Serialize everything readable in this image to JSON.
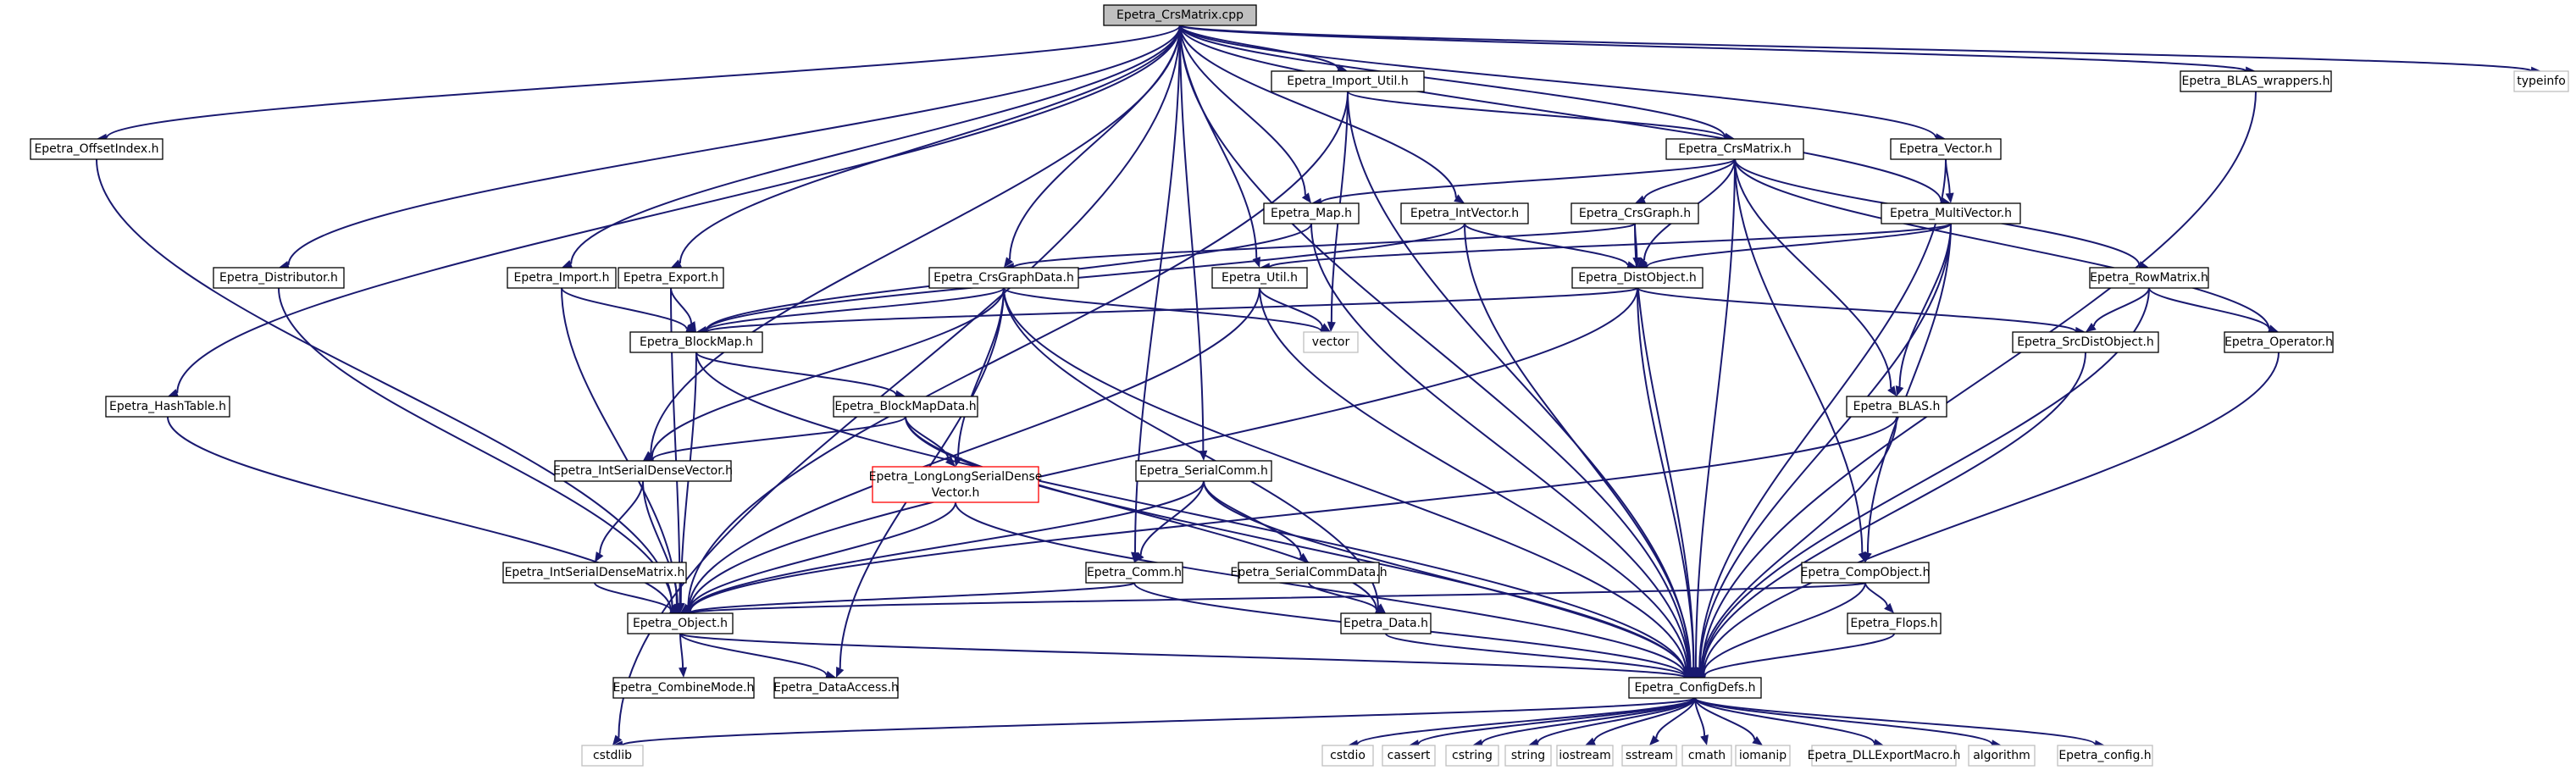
{
  "diagram": {
    "title": "Epetra_CrsMatrix.cpp",
    "nodes": [
      {
        "id": "root",
        "label": "Epetra_CrsMatrix.cpp",
        "style": "root"
      },
      {
        "id": "import_util",
        "label": "Epetra_Import_Util.h",
        "style": "normal"
      },
      {
        "id": "blas_wrappers",
        "label": "Epetra_BLAS_wrappers.h",
        "style": "normal"
      },
      {
        "id": "typeinfo",
        "label": "typeinfo",
        "style": "system"
      },
      {
        "id": "offsetindex",
        "label": "Epetra_OffsetIndex.h",
        "style": "normal"
      },
      {
        "id": "crsmatrix_h",
        "label": "Epetra_CrsMatrix.h",
        "style": "normal"
      },
      {
        "id": "vector_h",
        "label": "Epetra_Vector.h",
        "style": "normal"
      },
      {
        "id": "map",
        "label": "Epetra_Map.h",
        "style": "normal"
      },
      {
        "id": "intvector",
        "label": "Epetra_IntVector.h",
        "style": "normal"
      },
      {
        "id": "crsgraph",
        "label": "Epetra_CrsGraph.h",
        "style": "normal"
      },
      {
        "id": "multivector",
        "label": "Epetra_MultiVector.h",
        "style": "normal"
      },
      {
        "id": "distributor",
        "label": "Epetra_Distributor.h",
        "style": "normal"
      },
      {
        "id": "import_h",
        "label": "Epetra_Import.h",
        "style": "normal"
      },
      {
        "id": "export_h",
        "label": "Epetra_Export.h",
        "style": "normal"
      },
      {
        "id": "crsgraphdata",
        "label": "Epetra_CrsGraphData.h",
        "style": "normal"
      },
      {
        "id": "util",
        "label": "Epetra_Util.h",
        "style": "normal"
      },
      {
        "id": "distobject",
        "label": "Epetra_DistObject.h",
        "style": "normal"
      },
      {
        "id": "rowmatrix",
        "label": "Epetra_RowMatrix.h",
        "style": "normal"
      },
      {
        "id": "blockmap",
        "label": "Epetra_BlockMap.h",
        "style": "normal"
      },
      {
        "id": "vector_std",
        "label": "vector",
        "style": "system"
      },
      {
        "id": "srcdistobject",
        "label": "Epetra_SrcDistObject.h",
        "style": "normal"
      },
      {
        "id": "operator",
        "label": "Epetra_Operator.h",
        "style": "normal"
      },
      {
        "id": "hashtable",
        "label": "Epetra_HashTable.h",
        "style": "normal"
      },
      {
        "id": "blockmapdata",
        "label": "Epetra_BlockMapData.h",
        "style": "normal"
      },
      {
        "id": "blas_h",
        "label": "Epetra_BLAS.h",
        "style": "normal"
      },
      {
        "id": "intserialdensevector",
        "label": "Epetra_IntSerialDenseVector.h",
        "style": "normal"
      },
      {
        "id": "longlong",
        "label": "Epetra_LongLongSerialDense",
        "label2": "Vector.h",
        "style": "red"
      },
      {
        "id": "serialcomm",
        "label": "Epetra_SerialComm.h",
        "style": "normal"
      },
      {
        "id": "intserialdensematrix",
        "label": "Epetra_IntSerialDenseMatrix.h",
        "style": "normal"
      },
      {
        "id": "comm",
        "label": "Epetra_Comm.h",
        "style": "normal"
      },
      {
        "id": "serialcommdata",
        "label": "Epetra_SerialCommData.h",
        "style": "normal"
      },
      {
        "id": "compobject",
        "label": "Epetra_CompObject.h",
        "style": "normal"
      },
      {
        "id": "object",
        "label": "Epetra_Object.h",
        "style": "normal"
      },
      {
        "id": "data",
        "label": "Epetra_Data.h",
        "style": "normal"
      },
      {
        "id": "flops",
        "label": "Epetra_Flops.h",
        "style": "normal"
      },
      {
        "id": "combinemode",
        "label": "Epetra_CombineMode.h",
        "style": "normal"
      },
      {
        "id": "dataaccess",
        "label": "Epetra_DataAccess.h",
        "style": "normal"
      },
      {
        "id": "configdefs",
        "label": "Epetra_ConfigDefs.h",
        "style": "normal"
      },
      {
        "id": "cstdlib",
        "label": "cstdlib",
        "style": "system"
      },
      {
        "id": "cstdio",
        "label": "cstdio",
        "style": "system"
      },
      {
        "id": "cassert",
        "label": "cassert",
        "style": "system"
      },
      {
        "id": "cstring",
        "label": "cstring",
        "style": "system"
      },
      {
        "id": "string",
        "label": "string",
        "style": "system"
      },
      {
        "id": "iostream",
        "label": "iostream",
        "style": "system"
      },
      {
        "id": "sstream",
        "label": "sstream",
        "style": "system"
      },
      {
        "id": "cmath",
        "label": "cmath",
        "style": "system"
      },
      {
        "id": "iomanip",
        "label": "iomanip",
        "style": "system"
      },
      {
        "id": "dllexport",
        "label": "Epetra_DLLExportMacro.h",
        "style": "system"
      },
      {
        "id": "algorithm",
        "label": "algorithm",
        "style": "system"
      },
      {
        "id": "config",
        "label": "Epetra_config.h",
        "style": "system"
      }
    ],
    "edges": [
      [
        "root",
        "import_util"
      ],
      [
        "root",
        "blas_wrappers"
      ],
      [
        "root",
        "typeinfo"
      ],
      [
        "root",
        "offsetindex"
      ],
      [
        "root",
        "crsmatrix_h"
      ],
      [
        "root",
        "vector_h"
      ],
      [
        "root",
        "map"
      ],
      [
        "root",
        "intvector"
      ],
      [
        "root",
        "multivector"
      ],
      [
        "root",
        "distributor"
      ],
      [
        "root",
        "import_h"
      ],
      [
        "root",
        "export_h"
      ],
      [
        "root",
        "crsgraphdata"
      ],
      [
        "root",
        "util"
      ],
      [
        "root",
        "hashtable"
      ],
      [
        "root",
        "intserialdensevector"
      ],
      [
        "root",
        "serialcomm"
      ],
      [
        "root",
        "comm"
      ],
      [
        "root",
        "configdefs"
      ],
      [
        "root",
        "cstdlib"
      ],
      [
        "import_util",
        "crsmatrix_h"
      ],
      [
        "import_util",
        "vector_std"
      ],
      [
        "import_util",
        "configdefs"
      ],
      [
        "import_util",
        "object"
      ],
      [
        "blas_wrappers",
        "configdefs"
      ],
      [
        "offsetindex",
        "object"
      ],
      [
        "crsmatrix_h",
        "map"
      ],
      [
        "crsmatrix_h",
        "crsgraph"
      ],
      [
        "crsmatrix_h",
        "distobject"
      ],
      [
        "crsmatrix_h",
        "rowmatrix"
      ],
      [
        "crsmatrix_h",
        "blas_h"
      ],
      [
        "crsmatrix_h",
        "compobject"
      ],
      [
        "crsmatrix_h",
        "operator"
      ],
      [
        "crsmatrix_h",
        "configdefs"
      ],
      [
        "vector_h",
        "multivector"
      ],
      [
        "vector_h",
        "configdefs"
      ],
      [
        "map",
        "blockmap"
      ],
      [
        "map",
        "configdefs"
      ],
      [
        "intvector",
        "distobject"
      ],
      [
        "intvector",
        "blockmap"
      ],
      [
        "intvector",
        "configdefs"
      ],
      [
        "crsgraph",
        "distobject"
      ],
      [
        "crsgraph",
        "crsgraphdata"
      ],
      [
        "crsgraph",
        "configdefs"
      ],
      [
        "multivector",
        "distobject"
      ],
      [
        "multivector",
        "blas_h"
      ],
      [
        "multivector",
        "compobject"
      ],
      [
        "multivector",
        "util"
      ],
      [
        "multivector",
        "configdefs"
      ],
      [
        "distributor",
        "object"
      ],
      [
        "import_h",
        "blockmap"
      ],
      [
        "import_h",
        "object"
      ],
      [
        "export_h",
        "blockmap"
      ],
      [
        "export_h",
        "object"
      ],
      [
        "crsgraphdata",
        "blockmap"
      ],
      [
        "crsgraphdata",
        "intserialdensevector"
      ],
      [
        "crsgraphdata",
        "longlong"
      ],
      [
        "crsgraphdata",
        "vector_std"
      ],
      [
        "crsgraphdata",
        "dataaccess"
      ],
      [
        "crsgraphdata",
        "data"
      ],
      [
        "crsgraphdata",
        "configdefs"
      ],
      [
        "util",
        "vector_std"
      ],
      [
        "util",
        "object"
      ],
      [
        "util",
        "configdefs"
      ],
      [
        "distobject",
        "blockmap"
      ],
      [
        "distobject",
        "srcdistobject"
      ],
      [
        "distobject",
        "object"
      ],
      [
        "distobject",
        "configdefs"
      ],
      [
        "rowmatrix",
        "srcdistobject"
      ],
      [
        "rowmatrix",
        "operator"
      ],
      [
        "rowmatrix",
        "configdefs"
      ],
      [
        "blockmap",
        "blockmapdata"
      ],
      [
        "blockmap",
        "object"
      ],
      [
        "blockmap",
        "configdefs"
      ],
      [
        "srcdistobject",
        "configdefs"
      ],
      [
        "operator",
        "configdefs"
      ],
      [
        "hashtable",
        "object"
      ],
      [
        "blockmapdata",
        "intserialdensevector"
      ],
      [
        "blockmapdata",
        "longlong"
      ],
      [
        "blockmapdata",
        "data"
      ],
      [
        "blockmapdata",
        "configdefs"
      ],
      [
        "blas_h",
        "object"
      ],
      [
        "blas_h",
        "configdefs"
      ],
      [
        "intserialdensevector",
        "intserialdensematrix"
      ],
      [
        "intserialdensevector",
        "object"
      ],
      [
        "longlong",
        "object"
      ],
      [
        "longlong",
        "configdefs"
      ],
      [
        "serialcomm",
        "comm"
      ],
      [
        "serialcomm",
        "serialcommdata"
      ],
      [
        "serialcomm",
        "object"
      ],
      [
        "serialcomm",
        "configdefs"
      ],
      [
        "intserialdensematrix",
        "object"
      ],
      [
        "comm",
        "object"
      ],
      [
        "comm",
        "configdefs"
      ],
      [
        "serialcommdata",
        "data"
      ],
      [
        "compobject",
        "flops"
      ],
      [
        "compobject",
        "object"
      ],
      [
        "compobject",
        "configdefs"
      ],
      [
        "object",
        "combinemode"
      ],
      [
        "object",
        "dataaccess"
      ],
      [
        "object",
        "configdefs"
      ],
      [
        "data",
        "configdefs"
      ],
      [
        "flops",
        "configdefs"
      ],
      [
        "configdefs",
        "cstdlib"
      ],
      [
        "configdefs",
        "cstdio"
      ],
      [
        "configdefs",
        "cassert"
      ],
      [
        "configdefs",
        "cstring"
      ],
      [
        "configdefs",
        "string"
      ],
      [
        "configdefs",
        "iostream"
      ],
      [
        "configdefs",
        "sstream"
      ],
      [
        "configdefs",
        "cmath"
      ],
      [
        "configdefs",
        "iomanip"
      ],
      [
        "configdefs",
        "dllexport"
      ],
      [
        "configdefs",
        "algorithm"
      ],
      [
        "configdefs",
        "config"
      ]
    ]
  },
  "colors": {
    "edge": "#191970",
    "root_fill": "#bfbfbf",
    "system_border": "#bfbfbf",
    "missing_border": "#ff0000"
  }
}
